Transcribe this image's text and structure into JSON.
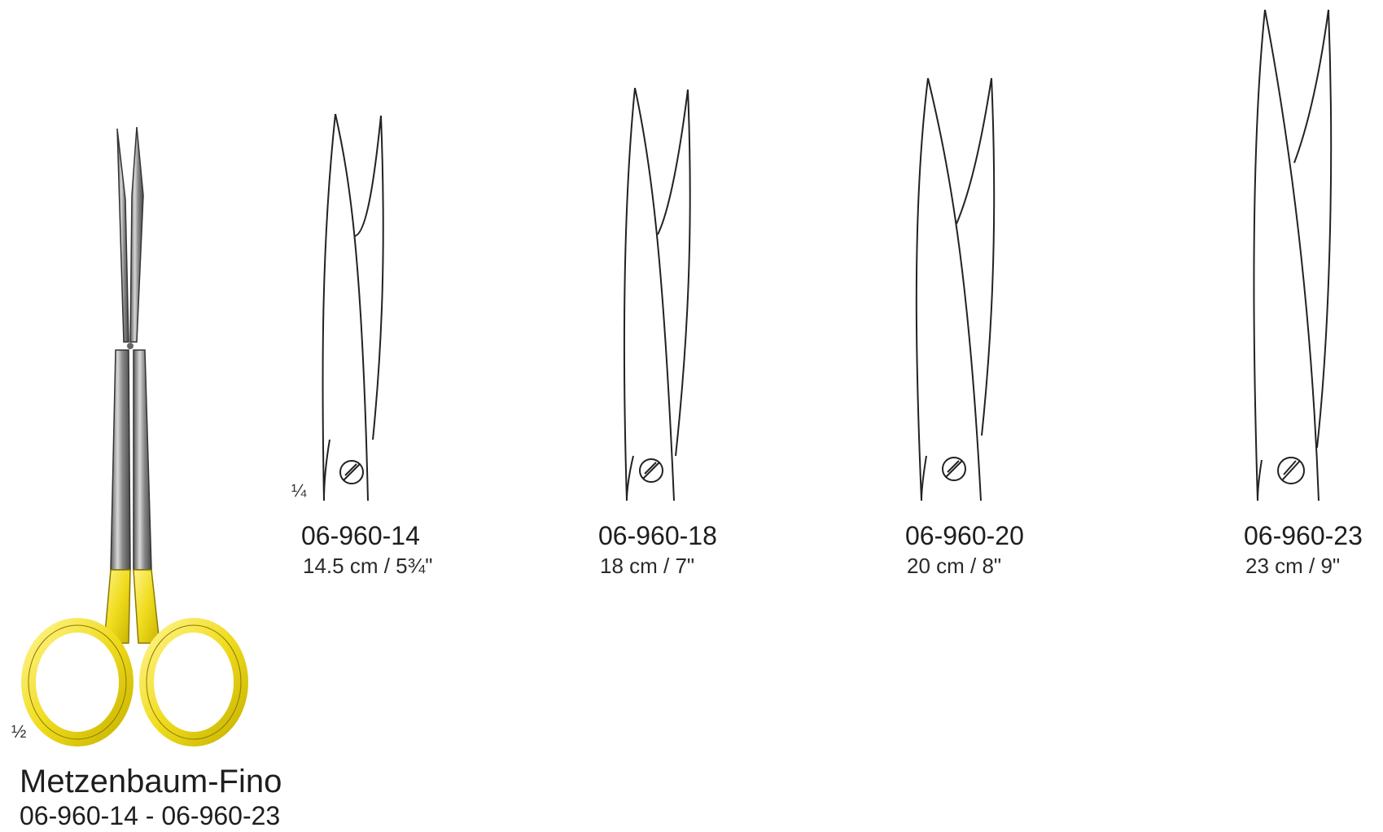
{
  "product": {
    "name": "Metzenbaum-Fino",
    "code_range": "06-960-14 - 06-960-23",
    "photo_scale": "½"
  },
  "line_drawing_scale": "¼",
  "variants": [
    {
      "code": "06-960-14",
      "size": "14.5 cm / 5¾\""
    },
    {
      "code": "06-960-18",
      "size": "18 cm / 7\""
    },
    {
      "code": "06-960-20",
      "size": "20 cm / 8\""
    },
    {
      "code": "06-960-23",
      "size": "23 cm / 9\""
    }
  ],
  "colors": {
    "steel": "#9a9a9a",
    "gold_handle": "#f0e020",
    "outline": "#222222"
  }
}
